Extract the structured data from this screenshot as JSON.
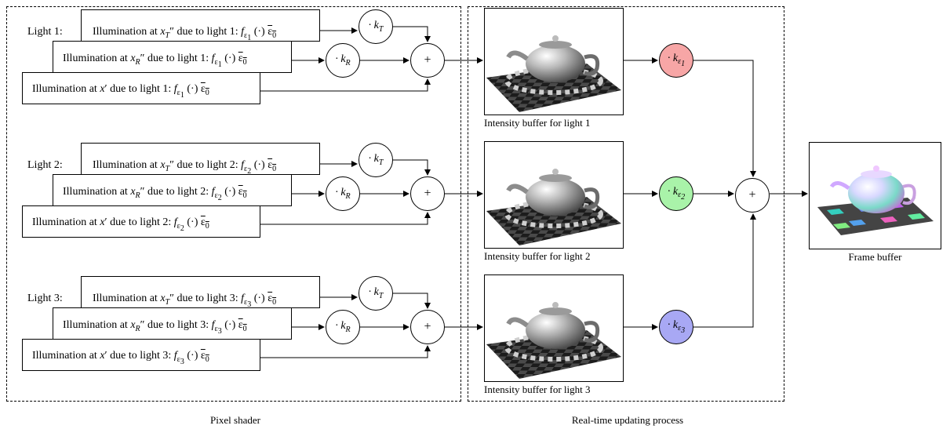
{
  "sections": {
    "pixel_shader": "Pixel shader",
    "realtime": "Real-time updating process"
  },
  "lights": [
    {
      "label": "Light 1:",
      "illum_T": "Illumination at x″_T due to light 1: f_ε1 (·) ε̄0",
      "illum_R": "Illumination at x″_R due to light 1: f_ε1 (·) ε̄0",
      "illum_X": "Illumination at x′ due to light 1: f_ε1 (·) ε̄0",
      "kT": "· k_T",
      "kR": "· k_R",
      "plus": "+",
      "buffer_caption": "Intensity buffer for light 1",
      "k_eps": "· k_ε1",
      "k_eps_color": "#f7a6a6"
    },
    {
      "label": "Light 2:",
      "illum_T": "Illumination at x″_T due to light 2: f_ε2 (·) ε̄0",
      "illum_R": "Illumination at x″_R due to light 2: f_ε2 (·) ε̄0",
      "illum_X": "Illumination at x′ due to light 2: f_ε2 (·) ε̄0",
      "kT": "· k_T",
      "kR": "· k_R",
      "plus": "+",
      "buffer_caption": "Intensity buffer for light 2",
      "k_eps": "· k_ε2",
      "k_eps_color": "#a9f3a9"
    },
    {
      "label": "Light 3:",
      "illum_T": "Illumination at x″_T due to light 3: f_ε3 (·) ε̄0",
      "illum_R": "Illumination at x″_R due to light 3: f_ε3 (·) ε̄0",
      "illum_X": "Illumination at x′ due to light 3: f_ε3 (·) ε̄0",
      "kT": "· k_T",
      "kR": "· k_R",
      "plus": "+",
      "buffer_caption": "Intensity buffer for light 3",
      "k_eps": "· k_ε3",
      "k_eps_color": "#a8a8f4"
    }
  ],
  "final_plus": "+",
  "frame_buffer_caption": "Frame buffer"
}
